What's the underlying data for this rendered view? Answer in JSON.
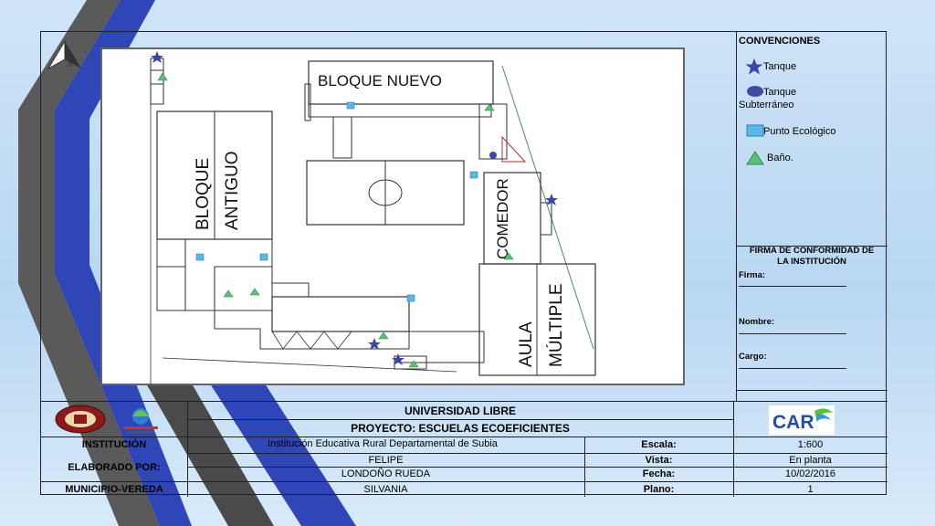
{
  "colors": {
    "tank_star": "#3a47a8",
    "underground_tank": "#3c4ba6",
    "eco_point": "#5ab8e8",
    "bathroom": "#5bbf7a",
    "border": "#222222"
  },
  "plan": {
    "labels": {
      "bloque_nuevo": "BLOQUE NUEVO",
      "bloque_antiguo_1": "BLOQUE",
      "bloque_antiguo_2": "ANTIGUO",
      "comedor": "COMEDOR",
      "aula_1": "AULA",
      "aula_2": "MÚLTIPLE"
    },
    "north_letter": "N"
  },
  "conventions": {
    "title": "CONVENCIONES",
    "items": [
      {
        "icon": "star-icon",
        "label": "Tanque"
      },
      {
        "icon": "circle-icon",
        "label_1": "Tanque",
        "label_2": "Subterráneo"
      },
      {
        "icon": "square-icon",
        "label": "Punto Ecológico"
      },
      {
        "icon": "triangle-icon",
        "label": "Baño."
      }
    ]
  },
  "signature": {
    "title_1": "FIRMA DE CONFORMIDAD DE",
    "title_2": "LA INSTITUCIÓN",
    "firma": "Firma:",
    "nombre": "Nombre:",
    "cargo": "Cargo:"
  },
  "title_block": {
    "university": "UNIVERSIDAD LIBRE",
    "project": "PROYECTO: ESCUELAS ECOEFICIENTES",
    "logo_car": "CAR",
    "institucion_label": "INSTITUCIÓN",
    "institucion_value": "Institución Educativa Rural Departamental de Subia",
    "elaborado_label": "ELABORADO POR:",
    "elaborado_1": "FELIPE",
    "elaborado_2": "LONDOÑO RUEDA",
    "municipio_label": "MUNICIPIO-VEREDA",
    "municipio_value": "SILVANIA",
    "escala_label": "Escala:",
    "escala_value": "1:600",
    "vista_label": "Vista:",
    "vista_value": "En planta",
    "fecha_label": "Fecha:",
    "fecha_value": "10/02/2016",
    "plano_label": "Plano:",
    "plano_value": "1"
  }
}
